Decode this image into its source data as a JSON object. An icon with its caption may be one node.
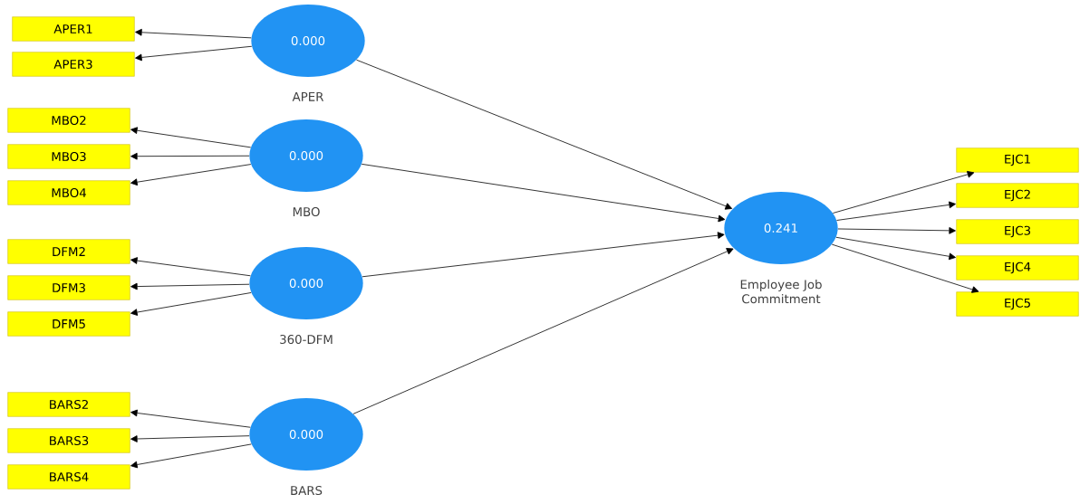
{
  "diagram": {
    "nodes": [
      {
        "text": [
          "0.000"
        ],
        "beside": [
          "APER"
        ]
      },
      {
        "text": [
          "APER1"
        ]
      },
      {
        "text": [
          "APER3"
        ]
      },
      {
        "text": [
          "0.000"
        ],
        "beside": [
          "MBO"
        ]
      },
      {
        "text": [
          "MBO2"
        ]
      },
      {
        "text": [
          "MBO3"
        ]
      },
      {
        "text": [
          "MBO4"
        ]
      },
      {
        "text": [
          "0.000"
        ],
        "beside": [
          "360-DFM"
        ]
      },
      {
        "text": [
          "DFM2"
        ]
      },
      {
        "text": [
          "DFM3"
        ]
      },
      {
        "text": [
          "DFM5"
        ]
      },
      {
        "text": [
          "0.000"
        ],
        "beside": [
          "BARS"
        ]
      },
      {
        "text": [
          "BARS2"
        ]
      },
      {
        "text": [
          "BARS3"
        ]
      },
      {
        "text": [
          "BARS4"
        ]
      },
      {
        "text": [
          "0.241"
        ],
        "beside": [
          "Employee Job Commitment"
        ]
      },
      {
        "text": [
          "EJC1"
        ]
      },
      {
        "text": [
          "EJC2"
        ]
      },
      {
        "text": [
          "EJC3"
        ]
      },
      {
        "text": [
          "EJC4"
        ]
      },
      {
        "text": [
          "EJC5"
        ]
      }
    ],
    "edges": [
      {
        "from": 0,
        "to": 1,
        "arrow": "to"
      },
      {
        "from": 0,
        "to": 2,
        "arrow": "to"
      },
      {
        "from": 3,
        "to": 4,
        "arrow": "to"
      },
      {
        "from": 3,
        "to": 5,
        "arrow": "to"
      },
      {
        "from": 3,
        "to": 6,
        "arrow": "to"
      },
      {
        "from": 7,
        "to": 8,
        "arrow": "to"
      },
      {
        "from": 7,
        "to": 9,
        "arrow": "to"
      },
      {
        "from": 7,
        "to": 10,
        "arrow": "to"
      },
      {
        "from": 11,
        "to": 12,
        "arrow": "to"
      },
      {
        "from": 11,
        "to": 13,
        "arrow": "to"
      },
      {
        "from": 11,
        "to": 14,
        "arrow": "to"
      },
      {
        "from": 0,
        "to": 15,
        "arrow": "to"
      },
      {
        "from": 3,
        "to": 15,
        "arrow": "to"
      },
      {
        "from": 7,
        "to": 15,
        "arrow": "to"
      },
      {
        "from": 11,
        "to": 15,
        "arrow": "to"
      },
      {
        "from": 15,
        "to": 16,
        "arrow": "to"
      },
      {
        "from": 15,
        "to": 17,
        "arrow": "to"
      },
      {
        "from": 15,
        "to": 18,
        "arrow": "to"
      },
      {
        "from": 15,
        "to": 19,
        "arrow": "to"
      },
      {
        "from": 15,
        "to": 20,
        "arrow": "to"
      }
    ]
  }
}
